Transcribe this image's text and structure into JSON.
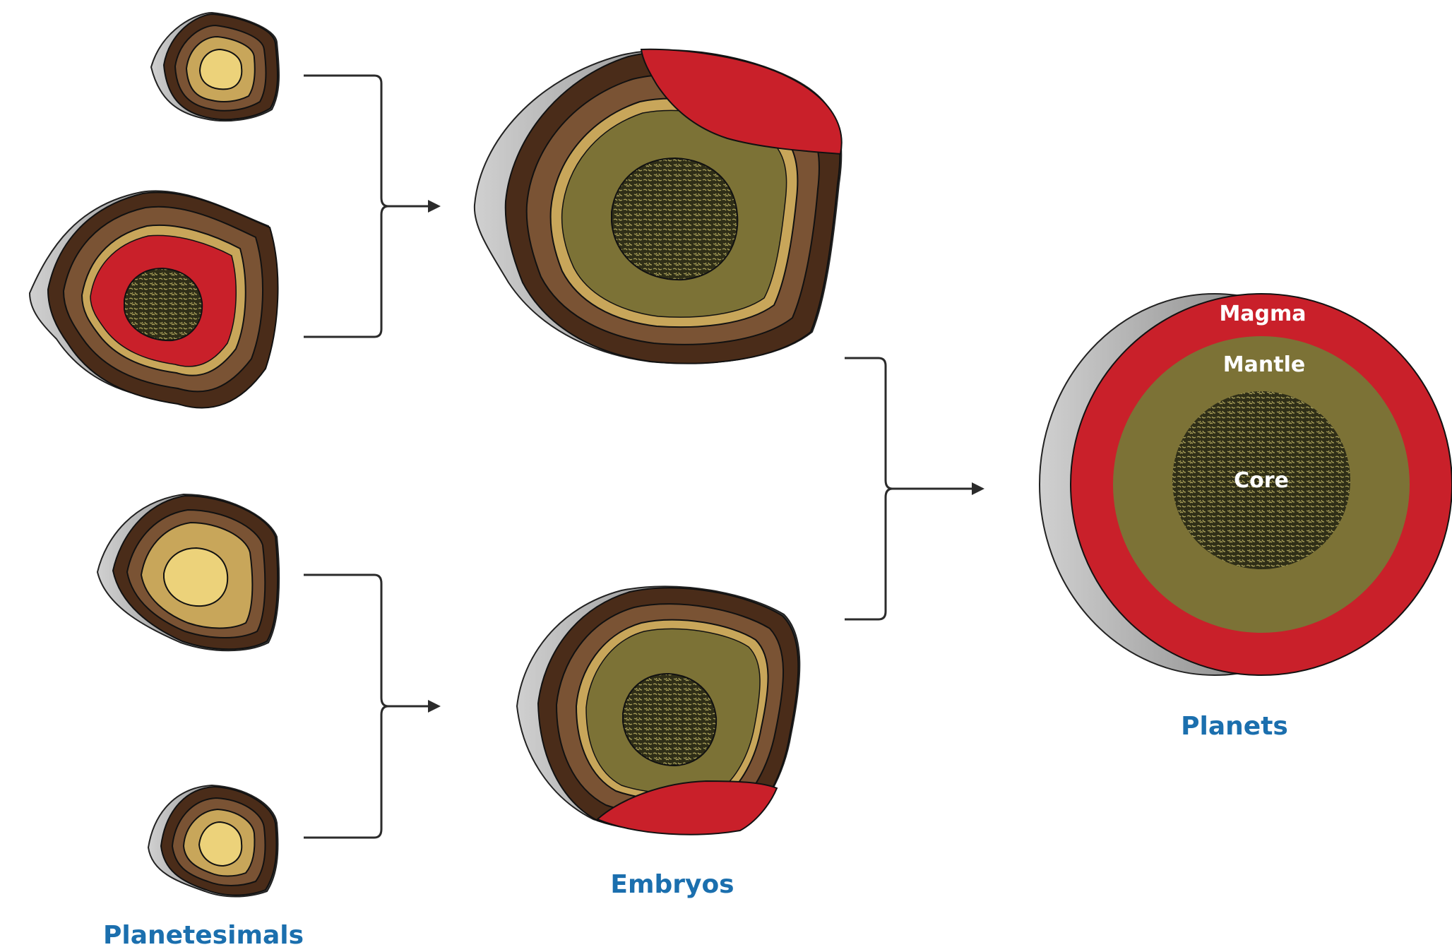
{
  "labels": {
    "planetesimals": "Planetesimals",
    "embryos": "Embryos",
    "planets": "Planets",
    "magma": "Magma",
    "mantle": "Mantle",
    "core": "Core"
  },
  "colors": {
    "crust_dark": "#4a2c19",
    "crust_mid": "#7a5334",
    "tan": "#c8a65a",
    "pale_core": "#ecd27a",
    "olive": "#7c7236",
    "magma": "#c9202a",
    "iron_core": "#3b3a1e",
    "label_blue": "#1b6fae"
  }
}
